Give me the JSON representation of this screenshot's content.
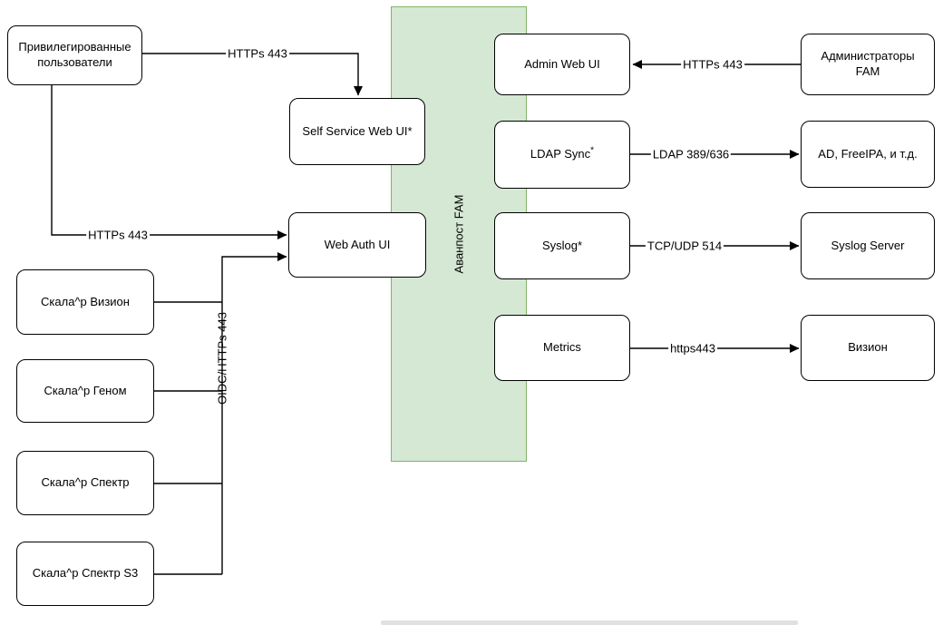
{
  "diagram": {
    "band": {
      "label": "Аванпост FAM",
      "fill_color": "#d5e8d4",
      "border_color": "#82b366"
    },
    "nodes": {
      "privileged_users": {
        "label": "Привилегированные пользователи"
      },
      "self_service": {
        "label": "Self Service Web UI*"
      },
      "web_auth": {
        "label": "Web Auth UI"
      },
      "skala_vizion": {
        "label": "Скала^р Визион"
      },
      "skala_genom": {
        "label": "Скала^р Геном"
      },
      "skala_spektr": {
        "label": "Скала^р Спектр"
      },
      "skala_spektr_s3": {
        "label": "Скала^р Спектр S3"
      },
      "admin_web_ui": {
        "label": "Admin Web UI"
      },
      "ldap_sync": {
        "label": "LDAP Sync",
        "sup": "*"
      },
      "syslog": {
        "label": "Syslog*"
      },
      "metrics": {
        "label": "Metrics"
      },
      "fam_admins": {
        "label": "Администраторы FAM"
      },
      "ad_freeipa": {
        "label": "AD, FreeIPA, и т.д."
      },
      "syslog_server": {
        "label": "Syslog Server"
      },
      "vizion": {
        "label": "Визион"
      }
    },
    "edge_labels": {
      "privileged_to_self_service": "HTTPs 443",
      "privileged_to_web_auth": "HTTPs 443",
      "skala_to_web_auth": "OIDC/HTTPs 443",
      "admins_to_admin_web_ui": "HTTPs 443",
      "ldap_sync_to_ad": "LDAP 389/636",
      "syslog_to_server": "TCP/UDP 514",
      "metrics_to_vizion": "https443"
    }
  }
}
